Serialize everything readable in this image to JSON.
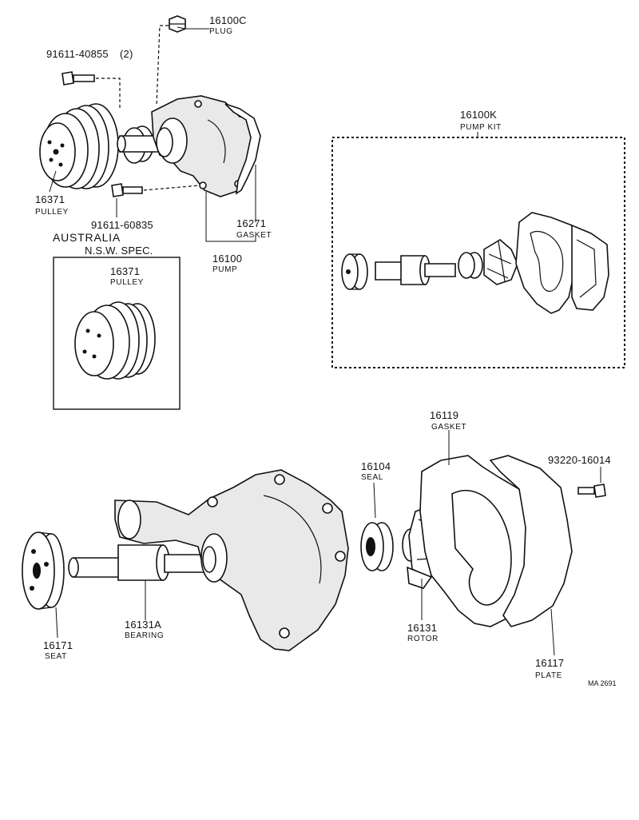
{
  "labels": {
    "plug_top": {
      "number": "16100C",
      "name": "PLUG"
    },
    "bolt_top": {
      "number": "91611-40855",
      "qty": "(2)"
    },
    "pulley_top": {
      "number": "16371",
      "name": "PULLEY"
    },
    "bolt_lower": {
      "number": "91611-60835"
    },
    "gasket_top": {
      "number": "16271",
      "name": "GASKET"
    },
    "pump": {
      "number": "16100",
      "name": "PUMP"
    },
    "pump_kit": {
      "number": "16100K",
      "name": "PUMP KIT"
    },
    "australia": {
      "line1": "AUSTRALIA",
      "line2": "N.S.W. SPEC."
    },
    "pulley_aus": {
      "number": "16371",
      "name": "PULLEY"
    },
    "gasket_lower": {
      "number": "16119",
      "name": "GASKET"
    },
    "seal": {
      "number": "16104",
      "name": "SEAL"
    },
    "screw": {
      "number": "93220-16014"
    },
    "seat": {
      "number": "16171",
      "name": "SEAT"
    },
    "bearing": {
      "number": "16131A",
      "name": "BEARING"
    },
    "rotor": {
      "number": "16131",
      "name": "ROTOR"
    },
    "plate": {
      "number": "16117",
      "name": "PLATE"
    },
    "diagram_code": "MA 2691"
  }
}
